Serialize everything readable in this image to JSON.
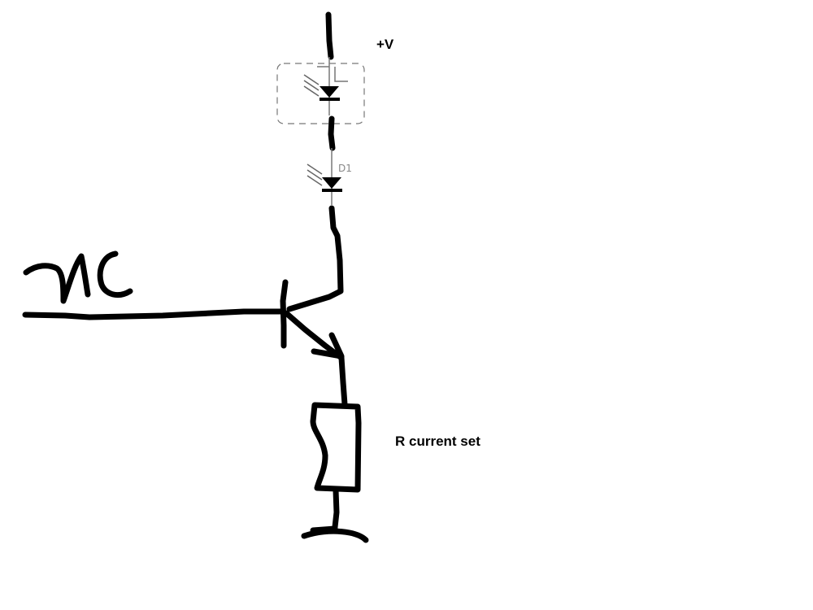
{
  "diagram": {
    "type": "hand-drawn circuit schematic",
    "labels": {
      "supply": "+V",
      "led_label": "D1",
      "input_label": "µC",
      "resistor_label": "R current set"
    },
    "components": [
      {
        "id": "led-1",
        "kind": "LED",
        "state": "selected (dashed box)"
      },
      {
        "id": "led-2",
        "kind": "LED",
        "name": "D1"
      },
      {
        "id": "transistor",
        "kind": "NPN transistor"
      },
      {
        "id": "resistor",
        "kind": "resistor",
        "name": "R current set"
      },
      {
        "id": "ground",
        "kind": "ground"
      }
    ],
    "colors": {
      "ink": "#000000",
      "component_gray": "#777777",
      "background": "#ffffff"
    }
  }
}
